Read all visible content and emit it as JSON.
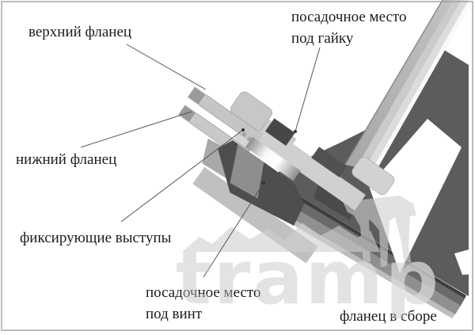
{
  "diagram": {
    "labels": {
      "upper_flange": "верхний фланец",
      "nut_seat_1": "посадочное место",
      "nut_seat_2": "под гайку",
      "lower_flange": "нижний фланец",
      "fixing_protrusions": "фиксирующие выступы",
      "screw_seat_1": "посадочное место",
      "screw_seat_2": "под винт",
      "flange_assembly": "фланец в сборе"
    },
    "watermark": {
      "text": "tramp"
    },
    "colors": {
      "body_light": "#d0d0d0",
      "cut_face": "#9a9a9a",
      "slot_dark": "#4a4a4a",
      "panel_dark": "#5c5c5c",
      "watermark_gray": "#cfcfcf",
      "leader": "#555555",
      "border": "#9c9c9c"
    }
  }
}
